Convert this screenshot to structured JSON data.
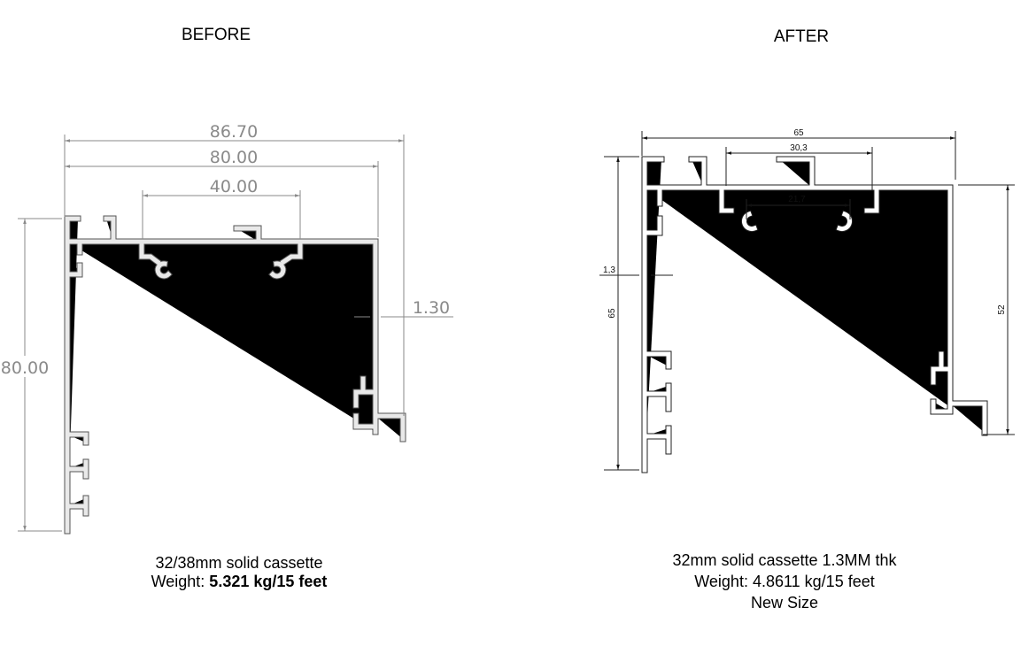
{
  "before": {
    "heading": "BEFORE",
    "dimensions": {
      "overall_width": "86.70",
      "inner_width": "80.00",
      "clip_spacing": "40.00",
      "wall_thickness": "1.30",
      "height": "80.00"
    },
    "caption_line1": "32/38mm solid cassette",
    "weight_label": "Weight: ",
    "weight_value": "5.321 kg/15 feet"
  },
  "after": {
    "heading": "AFTER",
    "dimensions": {
      "overall_width": "65",
      "top_span": "30,3",
      "clip_spacing": "21,7",
      "wall_thickness": "1,3",
      "height": "65",
      "right_height": "52"
    },
    "caption_line1": "32mm solid cassette 1.3MM thk",
    "caption_line2": "Weight: 4.8611 kg/15 feet",
    "caption_line3": "New Size"
  }
}
